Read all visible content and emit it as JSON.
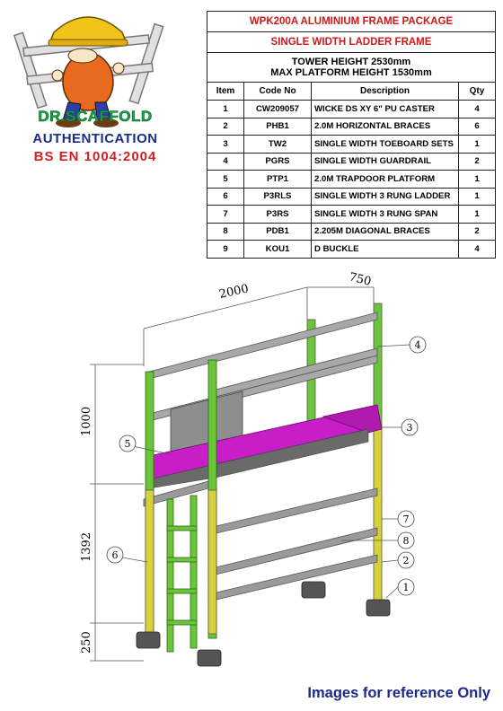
{
  "brand": {
    "name": "DR.SCAFFOLD",
    "auth": "AUTHENTICATION",
    "standard": "BS  EN  1004:2004"
  },
  "table": {
    "title": "WPK200A ALUMINIUM FRAME PACKAGE",
    "subtitle": "SINGLE WIDTH LADDER FRAME",
    "height_line1": "TOWER HEIGHT 2530mm",
    "height_line2": "MAX PLATFORM HEIGHT 1530mm",
    "headers": [
      "Item",
      "Code No",
      "Description",
      "Qty"
    ],
    "rows": [
      {
        "item": "1",
        "code": "CW209057",
        "desc": "WICKE DS XY 6\" PU CASTER",
        "qty": "4"
      },
      {
        "item": "2",
        "code": "PHB1",
        "desc": "2.0M HORIZONTAL BRACES",
        "qty": "6"
      },
      {
        "item": "3",
        "code": "TW2",
        "desc": "SINGLE WIDTH TOEBOARD SETS",
        "qty": "1"
      },
      {
        "item": "4",
        "code": "PGRS",
        "desc": "SINGLE WIDTH GUARDRAIL",
        "qty": "2"
      },
      {
        "item": "5",
        "code": "PTP1",
        "desc": "2.0M TRAPDOOR PLATFORM",
        "qty": "1"
      },
      {
        "item": "6",
        "code": "P3RLS",
        "desc": "SINGLE WIDTH 3 RUNG LADDER",
        "qty": "1"
      },
      {
        "item": "7",
        "code": "P3RS",
        "desc": "SINGLE WIDTH 3 RUNG SPAN",
        "qty": "1"
      },
      {
        "item": "8",
        "code": "PDB1",
        "desc": "2.205M DIAGONAL BRACES",
        "qty": "2"
      },
      {
        "item": "9",
        "code": "KOU1",
        "desc": "D BUCKLE",
        "qty": "4"
      }
    ]
  },
  "dimensions": {
    "length": "2000",
    "width": "750",
    "guard_height": "1000",
    "frame_height": "1392",
    "base_height": "250"
  },
  "callouts": [
    "1",
    "2",
    "3",
    "4",
    "5",
    "6",
    "7",
    "8"
  ],
  "colors": {
    "green_frame": "#6bc43a",
    "yellow_frame": "#d8d23a",
    "toeboard": "#c81ec8",
    "brace": "#9a9a9a",
    "title_red": "#d01818",
    "note_blue": "#1c2a8a"
  },
  "note": "Images for reference Only"
}
